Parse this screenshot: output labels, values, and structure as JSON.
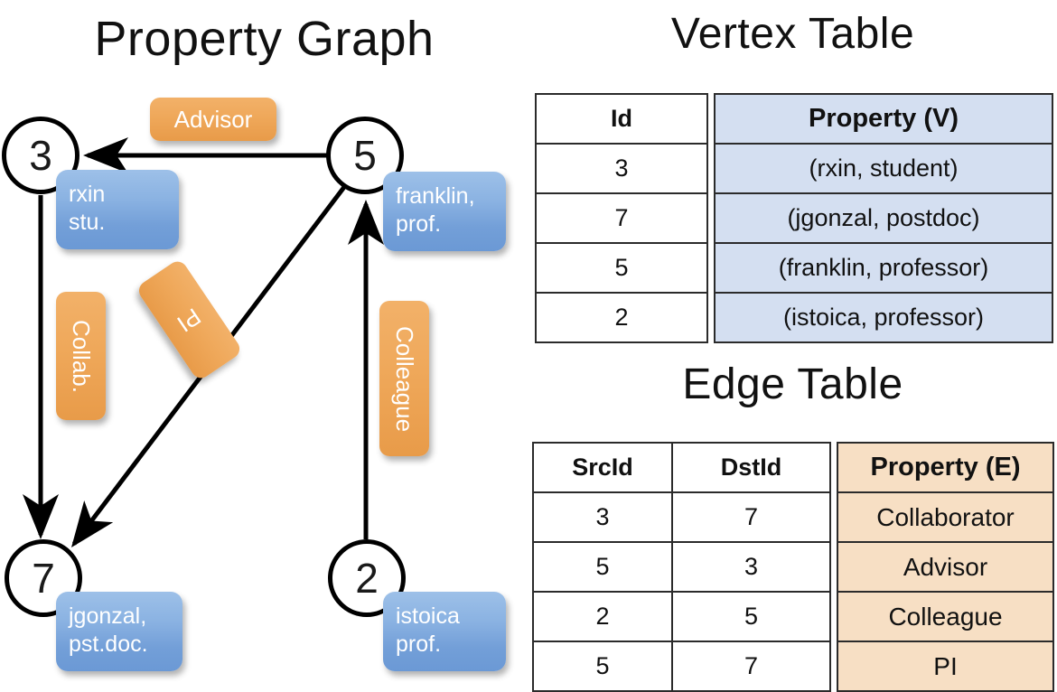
{
  "panels": {
    "graph_title": "Property Graph",
    "vertex_title": "Vertex Table",
    "edge_title": "Edge Table"
  },
  "colors": {
    "vertex_property_fill": "#D4DFF1",
    "edge_property_fill": "#F7DFC4",
    "node_property_box": "#8AB2E2",
    "edge_label_box": "#EFA85A",
    "stroke": "#000000"
  },
  "graph": {
    "nodes": [
      {
        "id": "3",
        "property": "rxin\nstu."
      },
      {
        "id": "5",
        "property": "franklin,\nprof."
      },
      {
        "id": "7",
        "property": "jgonzal,\npst.doc."
      },
      {
        "id": "2",
        "property": "istoica\nprof."
      }
    ],
    "node_labels": {
      "n3": "3",
      "n5": "5",
      "n7": "7",
      "n2": "2"
    },
    "property_boxes": {
      "rxin_line1": "rxin",
      "rxin_line2": "stu.",
      "franklin_line1": "franklin,",
      "franklin_line2": "prof.",
      "jgonzal_line1": "jgonzal,",
      "jgonzal_line2": "pst.doc.",
      "istoica_line1": "istoica",
      "istoica_line2": "prof."
    },
    "edge_labels": {
      "advisor": "Advisor",
      "collab": "Collab.",
      "pi": "PI",
      "colleague": "Colleague"
    },
    "edges": [
      {
        "from": "5",
        "to": "3",
        "label": "Advisor"
      },
      {
        "from": "3",
        "to": "7",
        "label": "Collab."
      },
      {
        "from": "5",
        "to": "7",
        "label": "PI"
      },
      {
        "from": "2",
        "to": "5",
        "label": "Colleague"
      }
    ]
  },
  "vertex_table": {
    "columns": [
      "Id",
      "Property (V)"
    ],
    "rows": [
      {
        "id": "3",
        "property": "(rxin, student)"
      },
      {
        "id": "7",
        "property": "(jgonzal, postdoc)"
      },
      {
        "id": "5",
        "property": "(franklin, professor)"
      },
      {
        "id": "2",
        "property": "(istoica, professor)"
      }
    ]
  },
  "edge_table": {
    "columns": [
      "SrcId",
      "DstId",
      "Property (E)"
    ],
    "rows": [
      {
        "src": "3",
        "dst": "7",
        "property": "Collaborator"
      },
      {
        "src": "5",
        "dst": "3",
        "property": "Advisor"
      },
      {
        "src": "2",
        "dst": "5",
        "property": "Colleague"
      },
      {
        "src": "5",
        "dst": "7",
        "property": "PI"
      }
    ]
  }
}
